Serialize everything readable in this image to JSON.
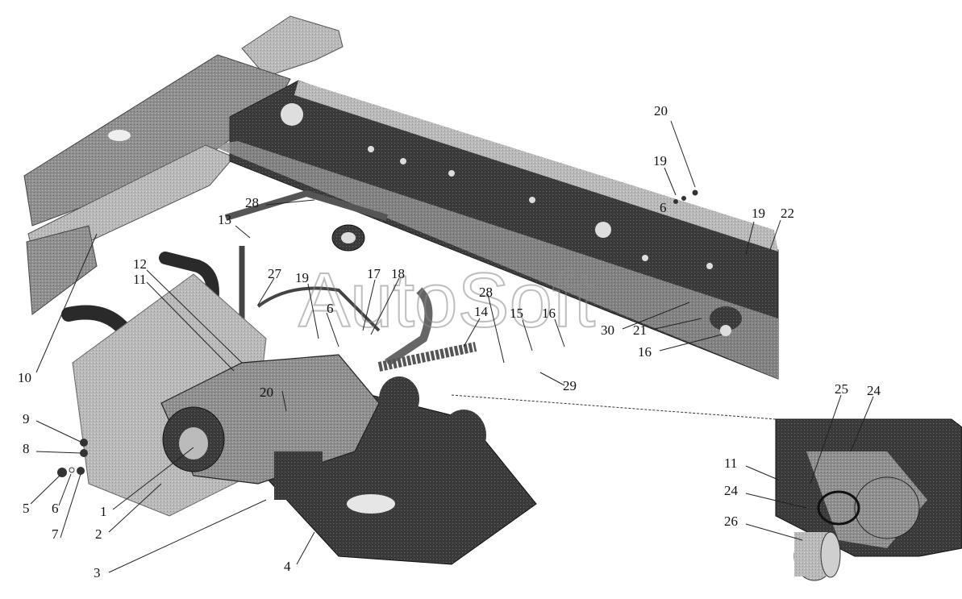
{
  "watermark": "AutoSoft",
  "callouts": {
    "c20_top": "20",
    "c19_a": "19",
    "c6_a": "6",
    "c19_b": "19",
    "c22": "22",
    "c28_a": "28",
    "c13": "13",
    "c12": "12",
    "c11_a": "11",
    "c27": "27",
    "c19_c": "19",
    "c17": "17",
    "c18": "18",
    "c6_b": "6",
    "c28_b": "28",
    "c14": "14",
    "c15": "15",
    "c16_a": "16",
    "c30": "30",
    "c21": "21",
    "c16_b": "16",
    "c29": "29",
    "c20_b": "20",
    "c10": "10",
    "c9": "9",
    "c8": "8",
    "c5": "5",
    "c6_c": "6",
    "c7": "7",
    "c1": "1",
    "c2": "2",
    "c3": "3",
    "c4": "4",
    "c25": "25",
    "c24_a": "24",
    "c11_b": "11",
    "c24_b": "24",
    "c26": "26"
  }
}
